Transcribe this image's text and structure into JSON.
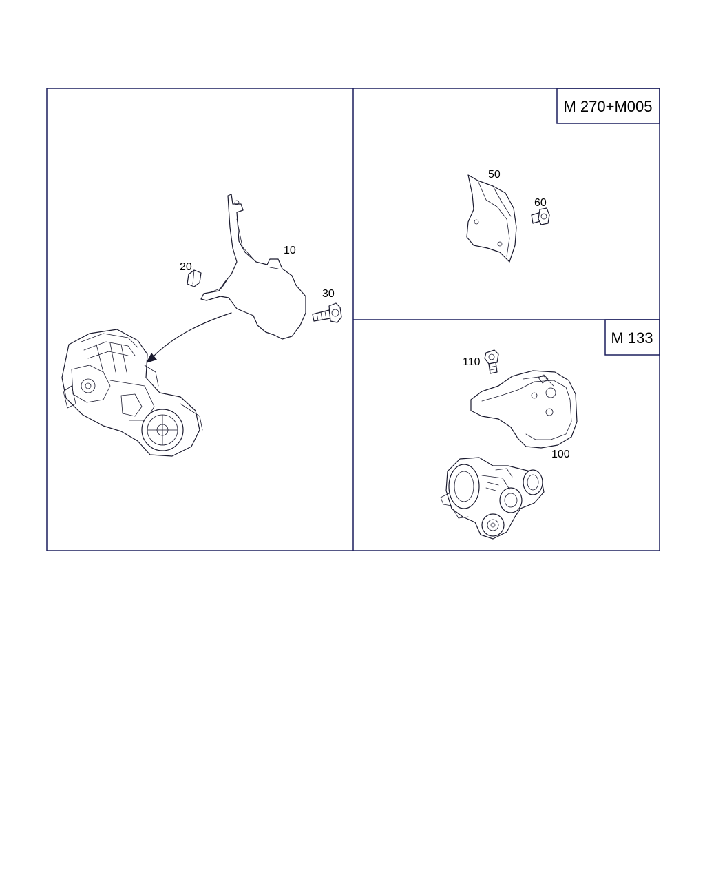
{
  "panels": {
    "top_right_badge": "M 270+M005",
    "bottom_right_badge": "M 133"
  },
  "callouts": {
    "p10": "10",
    "p20": "20",
    "p30": "30",
    "p50": "50",
    "p60": "60",
    "p100": "100",
    "p110": "110"
  },
  "colors": {
    "frame": "#1c1f5e",
    "line": "#1a1a2e"
  }
}
